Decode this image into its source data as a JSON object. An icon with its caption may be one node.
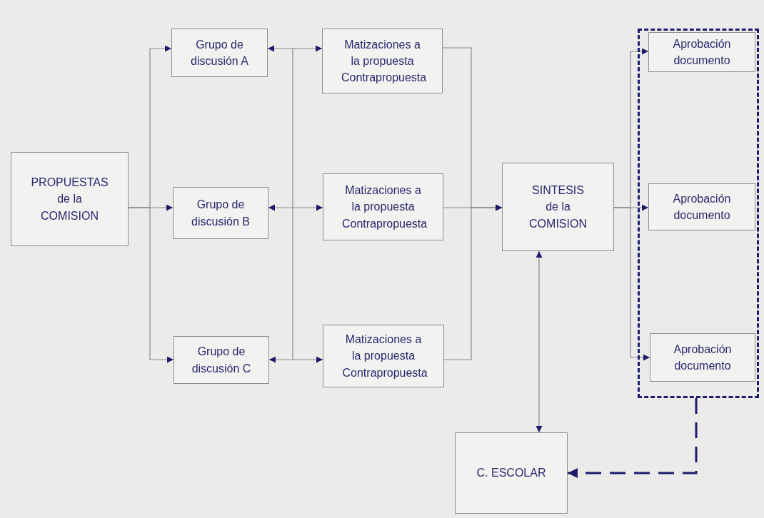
{
  "diagram": {
    "nodes": [
      {
        "text": [
          "PROPUESTAS de la COMISION"
        ]
      },
      {
        "text": [
          "Grupo de discusión A"
        ]
      },
      {
        "text": [
          "Grupo de discusión B"
        ]
      },
      {
        "text": [
          "Grupo de discusión C"
        ]
      },
      {
        "text": [
          "Matizaciones a la propuesta Contrapropuesta"
        ]
      },
      {
        "text": [
          "Matizaciones a la propuesta Contrapropuesta"
        ]
      },
      {
        "text": [
          "Matizaciones a la propuesta Contrapropuesta"
        ]
      },
      {
        "text": [
          "SINTESIS de la COMISION"
        ]
      },
      {
        "text": [],
        "shape": "box"
      },
      {
        "text": [
          "Aprobación documento"
        ],
        "in": 8
      },
      {
        "text": [
          "Aprobación documento"
        ],
        "in": 8
      },
      {
        "text": [
          "Aprobación documento"
        ],
        "in": 8
      },
      {
        "text": [
          "C. ESCOLAR"
        ]
      }
    ],
    "edges": [
      {
        "from": 0,
        "to": 1,
        "arrow": "to"
      },
      {
        "from": 0,
        "to": 2,
        "arrow": "to"
      },
      {
        "from": 0,
        "to": 3,
        "arrow": "to"
      },
      {
        "from": 1,
        "to": 4,
        "arrow": "both"
      },
      {
        "from": 2,
        "to": 5,
        "arrow": "both"
      },
      {
        "from": 3,
        "to": 6,
        "arrow": "both"
      },
      {
        "from": 4,
        "to": 7,
        "arrow": "to"
      },
      {
        "from": 5,
        "to": 7,
        "arrow": "to"
      },
      {
        "from": 6,
        "to": 7,
        "arrow": "to"
      },
      {
        "from": 7,
        "to": 9,
        "arrow": "to"
      },
      {
        "from": 7,
        "to": 10,
        "arrow": "to"
      },
      {
        "from": 7,
        "to": 11,
        "arrow": "to"
      },
      {
        "from": 7,
        "to": 12,
        "arrow": "both"
      },
      {
        "from": 8,
        "to": 12,
        "arrow": "to",
        "style": "dashed",
        "color": "#1c1c6b"
      }
    ]
  }
}
